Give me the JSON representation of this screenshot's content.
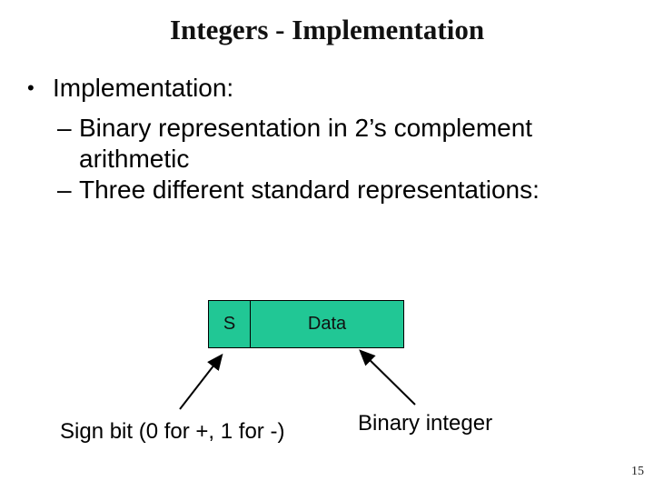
{
  "slide": {
    "title": "Integers - Implementation",
    "page_number": "15"
  },
  "bullets": {
    "level1_marker": "•",
    "level1_text": "Implementation:",
    "level2_marker": "–",
    "items": [
      "Binary representation in 2’s complement arithmetic",
      "Three different standard representations:"
    ]
  },
  "diagram": {
    "sign_cell": "S",
    "data_cell": "Data",
    "box_fill": "#21C795",
    "sign_bit_label": "Sign bit (0 for +,  1 for -)",
    "binary_integer_label": "Binary integer"
  }
}
